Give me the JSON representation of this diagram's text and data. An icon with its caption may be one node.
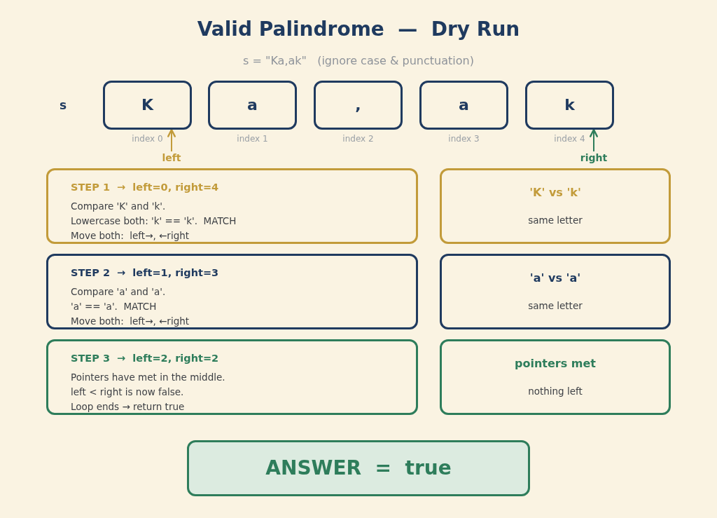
{
  "diagram": {
    "title": "Valid Palindrome  —  Dry Run",
    "nodes": [
      {
        "text": [
          "K"
        ],
        "beside": [
          "index 0"
        ]
      },
      {
        "text": [
          "a"
        ],
        "beside": [
          "index 1"
        ]
      },
      {
        "text": [
          ","
        ],
        "beside": [
          "index 2"
        ]
      },
      {
        "text": [
          "a"
        ],
        "beside": [
          "index 3"
        ]
      },
      {
        "text": [
          "k"
        ],
        "beside": [
          "index 4"
        ]
      },
      {
        "text": [
          "left"
        ]
      },
      {
        "text": [
          "right"
        ]
      },
      {
        "text": [
          "STEP 1  →  left=0, right=4",
          "Compare 'K' and 'k'.",
          "Lowercase both: 'k' == 'k'.  MATCH",
          "Move both:  left→, ←right"
        ]
      },
      {
        "text": [
          "'K' vs 'k'",
          "same letter"
        ]
      },
      {
        "text": [
          "STEP 2  →  left=1, right=3",
          "Compare 'a' and 'a'.",
          "'a' == 'a'.  MATCH",
          "Move both:  left→, ←right"
        ]
      },
      {
        "text": [
          "'a' vs 'a'",
          "same letter"
        ]
      },
      {
        "text": [
          "STEP 3  →  left=2, right=2",
          "Pointers have met in the middle.",
          "left < right is now false.",
          "Loop ends → return true"
        ]
      },
      {
        "text": [
          "pointers met",
          "nothing left"
        ]
      },
      {
        "text": [
          "ANSWER  =  true"
        ]
      }
    ],
    "edges": [
      {
        "from": 5,
        "to": 0,
        "arrow": "to",
        "color": "#c29b3a"
      },
      {
        "from": 6,
        "to": 4,
        "arrow": "to",
        "color": "#2e7d5b"
      }
    ],
    "labels": [
      "s = \"Ka,ak\"   (ignore case & punctuation)",
      "s"
    ]
  }
}
